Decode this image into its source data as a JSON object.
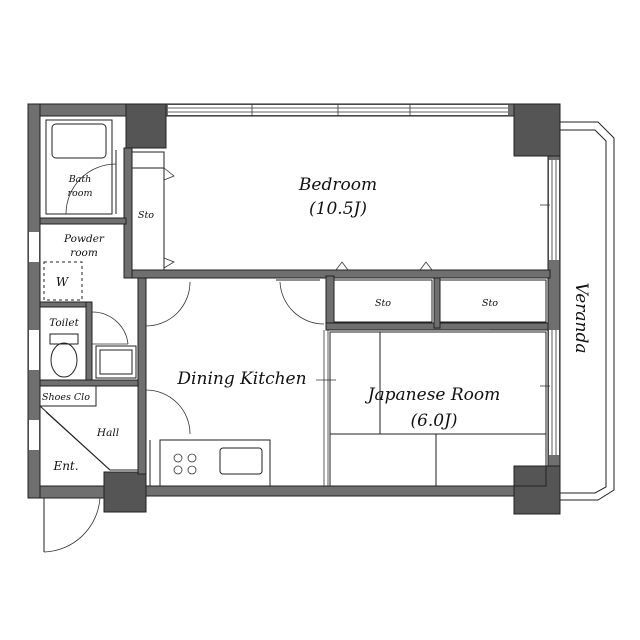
{
  "plan": {
    "rooms": {
      "bedroom": {
        "name": "Bedroom",
        "size": "(10.5J)"
      },
      "dining_kitchen": {
        "name": "Dining Kitchen"
      },
      "japanese_room": {
        "name": "Japanese Room",
        "size": "(6.0J)"
      },
      "veranda": {
        "name": "Veranda"
      },
      "bath": {
        "line1": "Bath",
        "line2": "room"
      },
      "powder": {
        "line1": "Powder",
        "line2": "room"
      },
      "washer": {
        "name": "W"
      },
      "toilet": {
        "name": "Toilet"
      },
      "shoes": {
        "name": "Shoes Clo"
      },
      "hall": {
        "name": "Hall"
      },
      "entrance": {
        "name": "Ent."
      },
      "storage_bedroom": {
        "name": "Sto"
      },
      "storage_left": {
        "name": "Sto"
      },
      "storage_right": {
        "name": "Sto"
      }
    }
  }
}
